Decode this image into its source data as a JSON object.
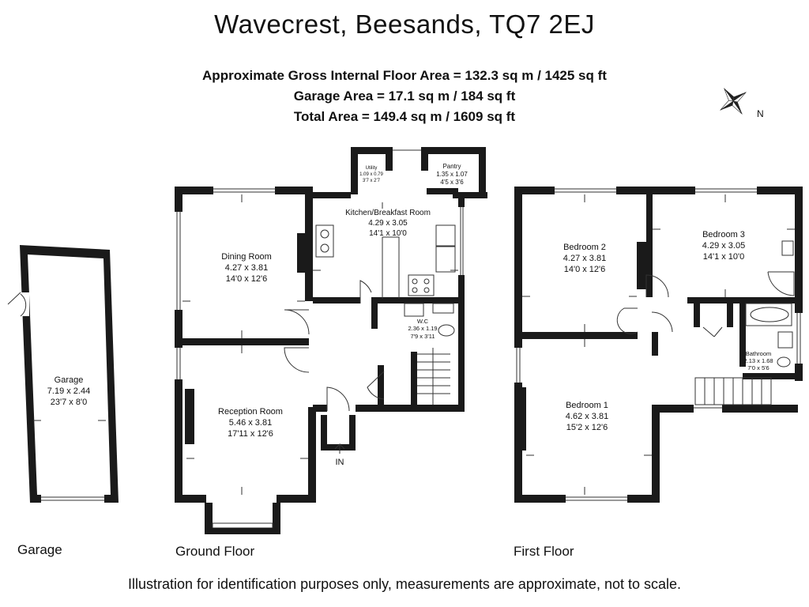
{
  "title": "Wavecrest, Beesands, TQ7 2EJ",
  "areas": {
    "gross": "Approximate Gross Internal Floor Area  = 132.3 sq m  / 1425 sq ft",
    "garage": "Garage Area = 17.1 sq m  / 184 sq ft",
    "total": "Total Area = 149.4 sq m  / 1609 sq ft"
  },
  "compass": {
    "label": "N",
    "icon": "compass-rose-icon"
  },
  "floors": {
    "garage_label": "Garage",
    "ground_label": "Ground Floor",
    "first_label": "First Floor"
  },
  "rooms": {
    "garage": {
      "name": "Garage",
      "metric": "7.19 x 2.44",
      "imperial": "23'7 x 8'0"
    },
    "dining": {
      "name": "Dining Room",
      "metric": "4.27 x 3.81",
      "imperial": "14'0 x 12'6"
    },
    "kitchen": {
      "name": "Kitchen/Breakfast Room",
      "metric": "4.29 x 3.05",
      "imperial": "14'1 x 10'0"
    },
    "utility": {
      "name": "Utility",
      "metric": "1.09 x 0.79",
      "imperial": "3'7 x 2'7"
    },
    "pantry": {
      "name": "Pantry",
      "metric": "1.35 x 1.07",
      "imperial": "4'5 x 3'6"
    },
    "wc": {
      "name": "W.C",
      "metric": "2.36 x 1.19",
      "imperial": "7'9 x 3'11"
    },
    "reception": {
      "name": "Reception Room",
      "metric": "5.46 x 3.81",
      "imperial": "17'11 x 12'6"
    },
    "bedroom2": {
      "name": "Bedroom 2",
      "metric": "4.27 x 3.81",
      "imperial": "14'0 x 12'6"
    },
    "bedroom3": {
      "name": "Bedroom 3",
      "metric": "4.29 x 3.05",
      "imperial": "14'1 x 10'0"
    },
    "bathroom": {
      "name": "Bathroom",
      "metric": "2.13 x 1.68",
      "imperial": "7'0 x 5'6"
    },
    "bedroom1": {
      "name": "Bedroom 1",
      "metric": "4.62 x 3.81",
      "imperial": "15'2 x 12'6"
    }
  },
  "entrance_label": "IN",
  "footer": "Illustration for identification purposes only, measurements are approximate, not to scale."
}
